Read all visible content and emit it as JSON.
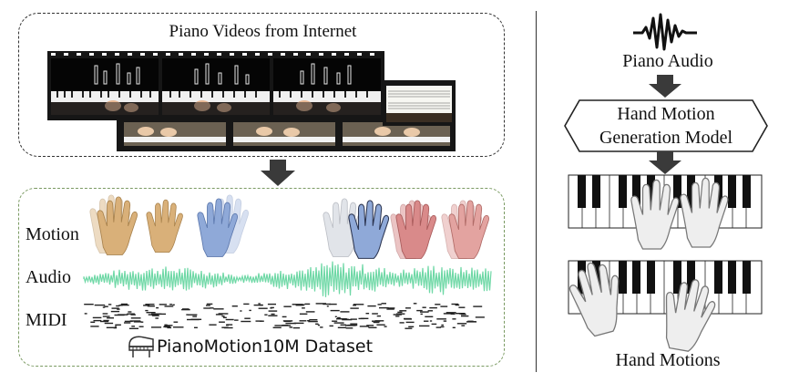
{
  "left_panel": {
    "videos_title": "Piano Videos from Internet",
    "dataset": {
      "motion_label": "Motion",
      "audio_label": "Audio",
      "midi_label": "MIDI",
      "dataset_name": "PianoMotion10M Dataset"
    }
  },
  "right_panel": {
    "audio_label": "Piano Audio",
    "model_label_line1": "Hand Motion",
    "model_label_line2": "Generation Model",
    "output_label": "Hand Motions"
  },
  "icons": [
    "waveform-icon",
    "piano-icon",
    "down-arrow-icon"
  ],
  "colors": {
    "audio_wave": "#6fd8a6",
    "hand_yellow": "#d9b079",
    "hand_blue": "#8fa9d8",
    "hand_red": "#d98a8a",
    "dataset_border": "#7a9a62"
  }
}
